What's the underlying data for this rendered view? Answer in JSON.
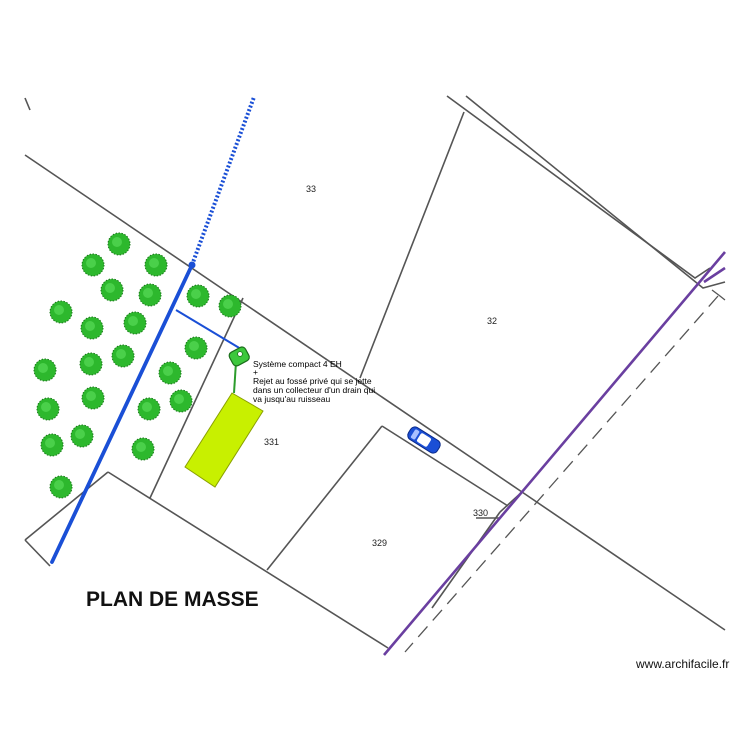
{
  "plan": {
    "title": "PLAN DE MASSE",
    "watermark": "www.archifacile.fr",
    "annotation": {
      "lines": [
        "Système compact 4 EH",
        "+",
        "Rejet au fossé privé qui se jette",
        "dans un collecteur d'un drain qui",
        "va jusqu'au ruisseau"
      ]
    },
    "parcels": [
      {
        "id": "p33",
        "label": "33"
      },
      {
        "id": "p32",
        "label": "32"
      },
      {
        "id": "p331",
        "label": "331"
      },
      {
        "id": "p330",
        "label": "330"
      },
      {
        "id": "p329",
        "label": "329"
      }
    ]
  },
  "colors": {
    "parcel_line": "#555555",
    "drain": "#1a4fd6",
    "road_boundary": "#6a3fa0",
    "tree": "#2db82d",
    "house": "#c8f000",
    "septic": "#3cc83c",
    "car": "#1a4fd6"
  },
  "icons": {
    "tree": "tree-icon",
    "car": "car-icon",
    "septic": "septic-tank-icon"
  }
}
